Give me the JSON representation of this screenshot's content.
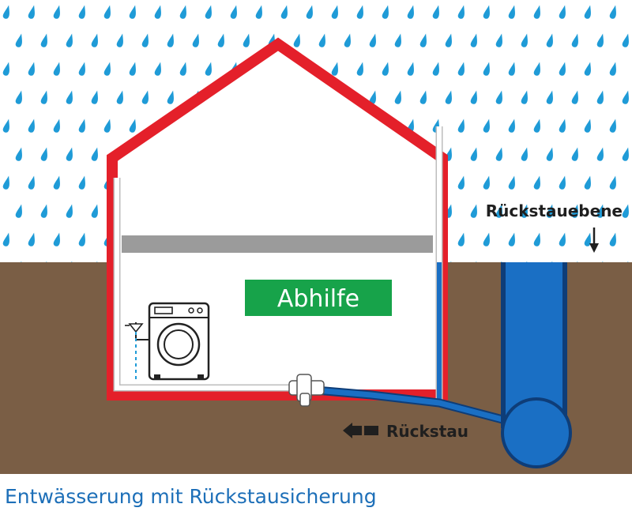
{
  "labels": {
    "remedy": "Abhilfe",
    "backwater_level": "Rückstauebene",
    "backwater": "Rückstau"
  },
  "caption": "Entwässerung mit Rückstausicherung",
  "icons": {
    "washing_machine": "washing-machine-icon",
    "rain": "raindrop-icon",
    "arrow_down": "arrow-down-icon",
    "arrow_left": "arrow-left-icon",
    "pipe_fitting": "pipe-fitting-icon"
  },
  "colors": {
    "rain": "#1f9bd7",
    "roof_wall": "#e4202a",
    "soil": "#7a5e45",
    "water": "#1a6fc4",
    "floor": "#9b9b9b",
    "badge": "#17a34a",
    "caption": "#1d6fb8",
    "pipe": "#ffffff",
    "label": "#1f1f1f"
  }
}
